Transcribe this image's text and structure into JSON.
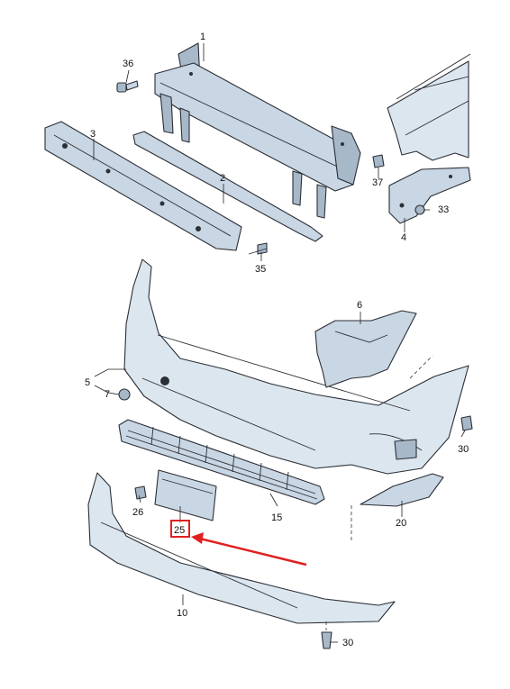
{
  "diagram": {
    "callouts": [
      {
        "id": "c1",
        "text": "1"
      },
      {
        "id": "c2",
        "text": "2"
      },
      {
        "id": "c3",
        "text": "3"
      },
      {
        "id": "c4",
        "text": "4"
      },
      {
        "id": "c5",
        "text": "5"
      },
      {
        "id": "c6",
        "text": "6"
      },
      {
        "id": "c7",
        "text": "7"
      },
      {
        "id": "c10",
        "text": "10"
      },
      {
        "id": "c15",
        "text": "15"
      },
      {
        "id": "c20",
        "text": "20"
      },
      {
        "id": "c25",
        "text": "25"
      },
      {
        "id": "c26",
        "text": "26"
      },
      {
        "id": "c30a",
        "text": "30"
      },
      {
        "id": "c30b",
        "text": "30"
      },
      {
        "id": "c33",
        "text": "33"
      },
      {
        "id": "c35",
        "text": "35"
      },
      {
        "id": "c36",
        "text": "36"
      },
      {
        "id": "c37",
        "text": "37"
      }
    ],
    "highlight": {
      "target": "25",
      "color": "#e02020"
    },
    "colors": {
      "part_fill": "#c9d6e3",
      "outline": "#2b2f36",
      "arrow": "#e02020"
    }
  }
}
